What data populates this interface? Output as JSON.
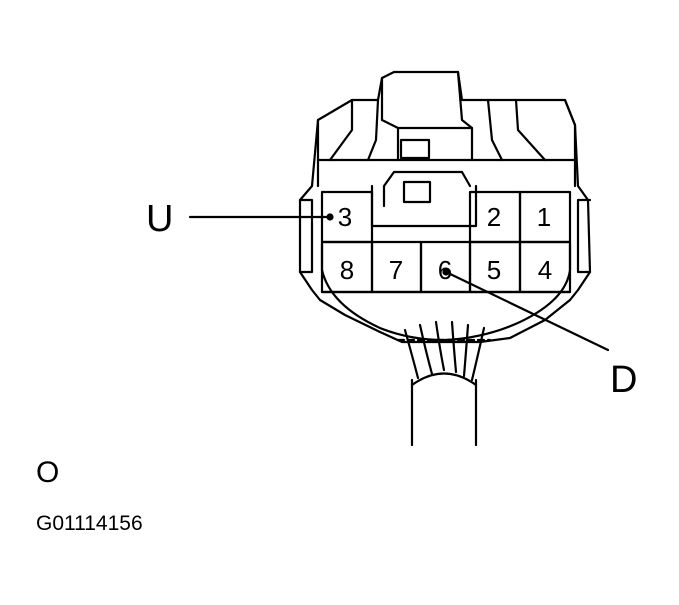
{
  "connector": {
    "pins_top_row": [
      {
        "label": "3"
      },
      {
        "label": "2"
      },
      {
        "label": "1"
      }
    ],
    "pins_bottom_row": [
      {
        "label": "8"
      },
      {
        "label": "7"
      },
      {
        "label": "6"
      },
      {
        "label": "5"
      },
      {
        "label": "4"
      }
    ]
  },
  "callouts": {
    "u": "U",
    "d": "D"
  },
  "view_label": "O",
  "figure_id": "G01114156"
}
